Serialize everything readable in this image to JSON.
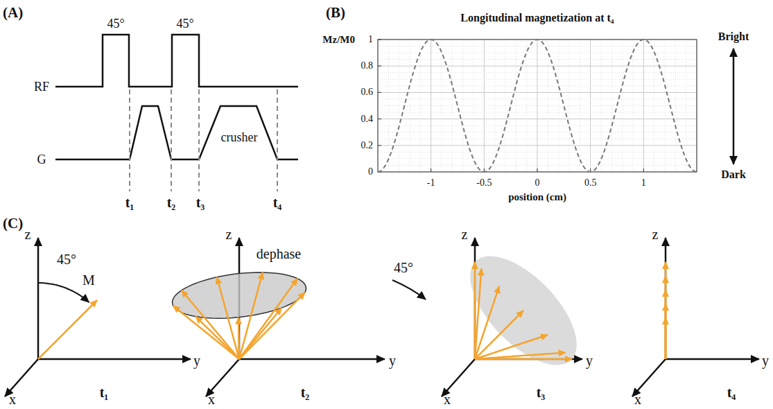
{
  "diagram": {
    "labels": [
      "(A)",
      "45°",
      "45°",
      "RF",
      "G",
      "crusher",
      "t₁",
      "t₂",
      "t₃",
      "t₄",
      "(B)",
      "Longitudinal magnetization at t₄",
      "Mz/M0",
      "1",
      "0.8",
      "0.6",
      "0.4",
      "0.2",
      "0",
      "-1",
      "-0.5",
      "0",
      "0.5",
      "1",
      "position (cm)",
      "Bright",
      "Dark",
      "(C)",
      "z",
      "45°",
      "M",
      "y",
      "x",
      "t₁",
      "z",
      "dephase",
      "y",
      "x",
      "t₂",
      "45°",
      "z",
      "y",
      "x",
      "t₃",
      "z",
      "y",
      "x",
      "t₄"
    ]
  }
}
